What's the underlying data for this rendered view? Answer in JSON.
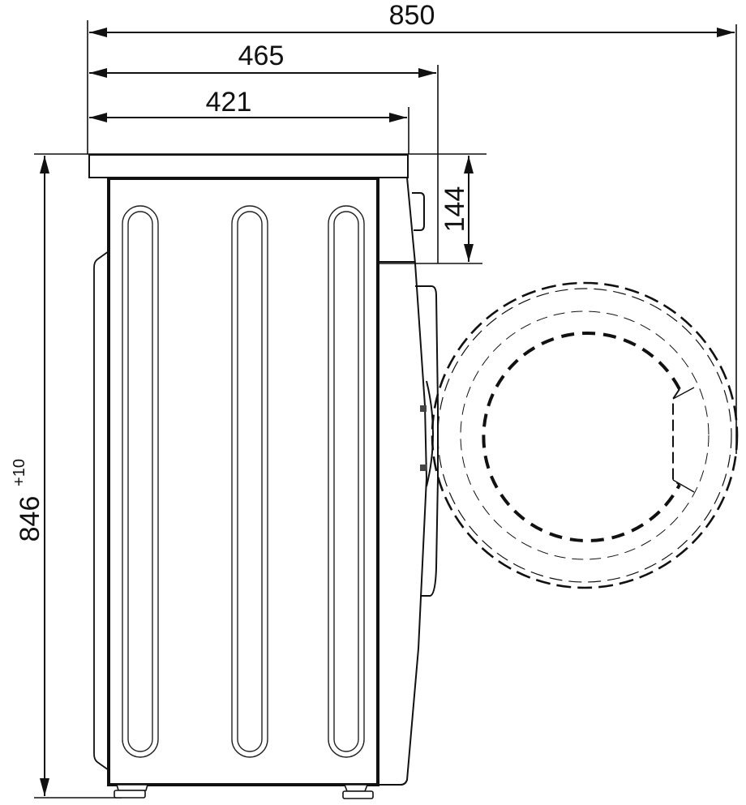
{
  "diagram": {
    "subject": "Washing machine side view with dimensions",
    "units": "mm",
    "line_color": "#111111",
    "background": "#ffffff"
  },
  "dimensions": {
    "total_depth": {
      "label": "850",
      "value": 850
    },
    "depth_with_door_panel": {
      "label": "465",
      "value": 465
    },
    "body_depth": {
      "label": "421",
      "value": 421
    },
    "control_panel_height": {
      "label": "144",
      "value": 144
    },
    "height": {
      "label": "846",
      "tolerance": "+10",
      "value": 846
    }
  }
}
